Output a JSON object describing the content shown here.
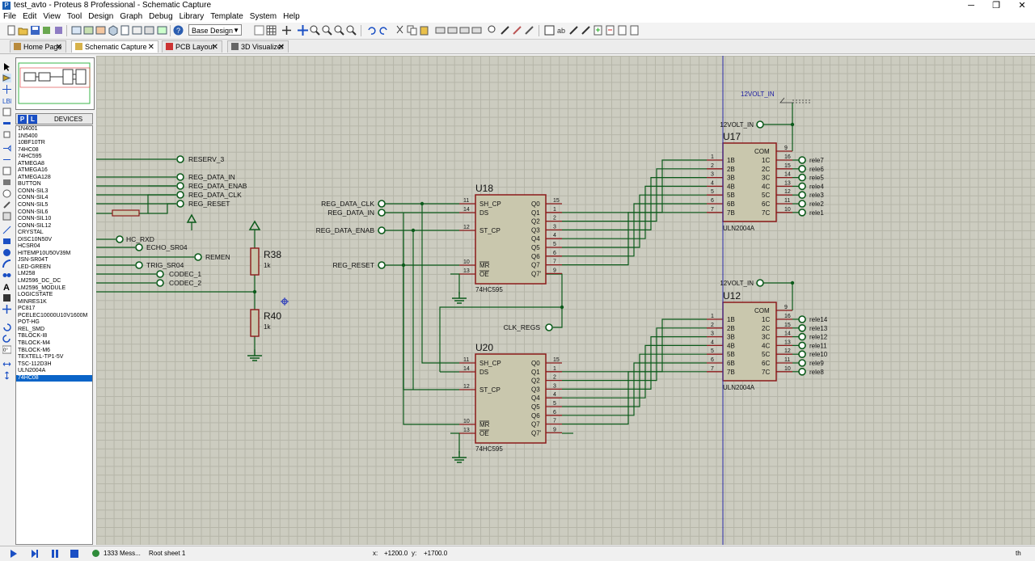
{
  "window": {
    "title": "test_avto - Proteus 8 Professional - Schematic Capture",
    "minimize": "─",
    "maximize": "❐",
    "close": "✕"
  },
  "menu": [
    "File",
    "Edit",
    "View",
    "Tool",
    "Design",
    "Graph",
    "Debug",
    "Library",
    "Template",
    "System",
    "Help"
  ],
  "toolbar": {
    "design_select": "Base Design"
  },
  "tabs": [
    {
      "label": "Home Page"
    },
    {
      "label": "Schematic Capture"
    },
    {
      "label": "PCB Layout"
    },
    {
      "label": "3D Visualizer"
    }
  ],
  "devices": {
    "p_label": "P",
    "l_label": "L",
    "header": "DEVICES",
    "items": [
      "1N4001",
      "1N5400",
      "10BF10TR",
      "74HC08",
      "74HC595",
      "ATMEGA8",
      "ATMEGA16",
      "ATMEGA128",
      "BUTTON",
      "CONN-SIL3",
      "CONN-SIL4",
      "CONN-SIL5",
      "CONN-SIL6",
      "CONN-SIL10",
      "CONN-SIL12",
      "CRYSTAL",
      "DISC10N50V",
      "HCSR04",
      "HITEMP10U50V39M",
      "JSN-SR04T",
      "LED-GREEN",
      "LM258",
      "LM2596_DC_DC",
      "LM2596_MODULE",
      "LOGICSTATE",
      "MINRES1K",
      "PC817",
      "PCELEC10000U10V1600M",
      "POT-HG",
      "REL_SMD",
      "TBLOCK-I8",
      "TBLOCK-M4",
      "TBLOCK-M6",
      "TEXTELL-TP1-5V",
      "TSC-112D3H",
      "ULN2004A",
      "74HC08"
    ],
    "selected_index": 36
  },
  "schematic": {
    "left_terminals": [
      "RESERV_3",
      "REG_DATA_IN",
      "REG_DATA_ENAB",
      "REG_DATA_CLK",
      "REG_RESET"
    ],
    "left_small": [
      "HC_RXD",
      "ECHO_SR04",
      "REMEN",
      "TRIG_SR04",
      "CODEC_1",
      "CODEC_2"
    ],
    "r38": {
      "ref": "R38",
      "value": "1k"
    },
    "r40": {
      "ref": "R40",
      "value": "1k"
    },
    "u18": {
      "ref": "U18",
      "type": "74HC595"
    },
    "u20": {
      "ref": "U20",
      "type": "74HC595"
    },
    "u17": {
      "ref": "U17",
      "type": "ULN2004A"
    },
    "u12": {
      "ref": "U12",
      "type": "ULN2004A"
    },
    "hc595": {
      "in_pins": [
        "SH_CP",
        "DS",
        "ST_CP",
        "MR",
        "OE"
      ],
      "in_nums": [
        "11",
        "14",
        "12",
        "10",
        "13"
      ],
      "out_pins": [
        "Q0",
        "Q1",
        "Q2",
        "Q3",
        "Q4",
        "Q5",
        "Q6",
        "Q7",
        "Q7'"
      ],
      "out_nums": [
        "15",
        "1",
        "2",
        "3",
        "4",
        "5",
        "6",
        "7",
        "9"
      ]
    },
    "uln": {
      "in_pins": [
        "1B",
        "2B",
        "3B",
        "4B",
        "5B",
        "6B",
        "7B"
      ],
      "out_pins": [
        "1C",
        "2C",
        "3C",
        "4C",
        "5C",
        "6C",
        "7C"
      ],
      "in_nums": [
        "1",
        "2",
        "3",
        "4",
        "5",
        "6",
        "7"
      ],
      "out_nums": [
        "16",
        "15",
        "14",
        "13",
        "12",
        "11",
        "10"
      ],
      "com": "COM",
      "com_num": "9"
    },
    "u18_labels": [
      "REG_DATA_CLK",
      "REG_DATA_IN",
      "REG_DATA_ENAB",
      "REG_RESET"
    ],
    "clk_regs": "CLK_REGS",
    "vin_label": "12VOLT_IN",
    "u17_outputs": [
      "rele7",
      "rele6",
      "rele5",
      "rele4",
      "rele3",
      "rele2",
      "rele1"
    ],
    "u12_outputs": [
      "rele14",
      "rele13",
      "rele12",
      "rele11",
      "rele10",
      "rele9",
      "rele8"
    ]
  },
  "status": {
    "messages": "1333 Mess...",
    "sheet": "Root sheet 1",
    "x_label": "x:",
    "x_value": "+1200.0",
    "y_label": "y:",
    "y_value": "+1700.0",
    "units": "th"
  }
}
